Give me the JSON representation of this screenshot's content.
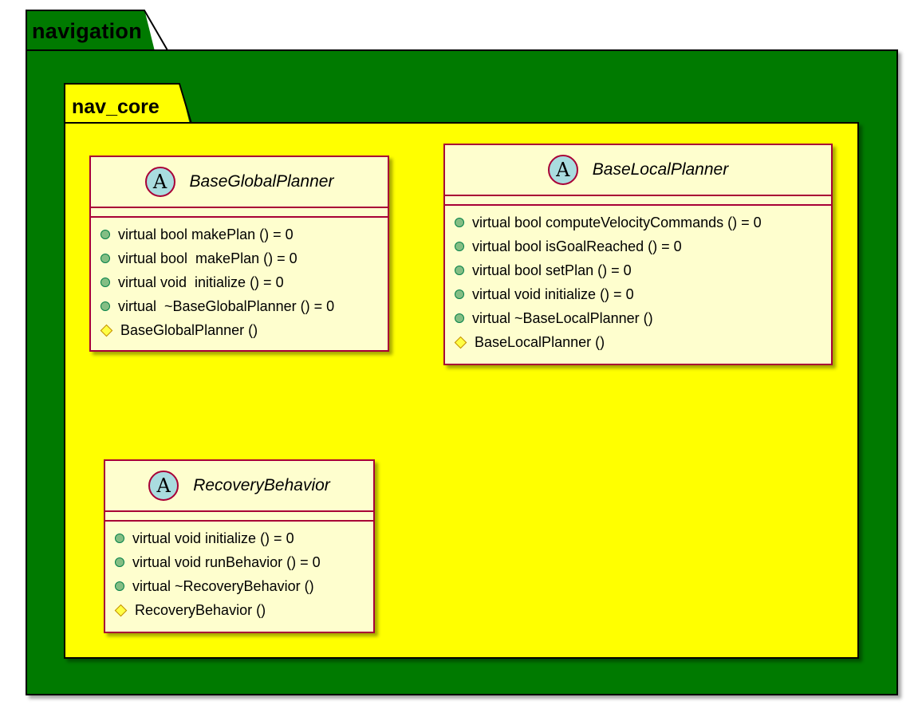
{
  "packages": {
    "outer": {
      "name": "navigation",
      "color": "#007a00"
    },
    "inner": {
      "name": "nav_core",
      "color": "#ffff00"
    }
  },
  "classes": {
    "global_planner": {
      "stereotype_letter": "A",
      "name": "BaseGlobalPlanner",
      "members": [
        {
          "visibility": "public",
          "text": "virtual bool makePlan () = 0"
        },
        {
          "visibility": "public",
          "text": "virtual bool  makePlan () = 0"
        },
        {
          "visibility": "public",
          "text": "virtual void  initialize () = 0"
        },
        {
          "visibility": "public",
          "text": "virtual  ~BaseGlobalPlanner () = 0"
        },
        {
          "visibility": "protected",
          "text": "BaseGlobalPlanner ()"
        }
      ]
    },
    "local_planner": {
      "stereotype_letter": "A",
      "name": "BaseLocalPlanner",
      "members": [
        {
          "visibility": "public",
          "text": "virtual bool computeVelocityCommands () = 0"
        },
        {
          "visibility": "public",
          "text": "virtual bool isGoalReached () = 0"
        },
        {
          "visibility": "public",
          "text": "virtual bool setPlan () = 0"
        },
        {
          "visibility": "public",
          "text": "virtual void initialize () = 0"
        },
        {
          "visibility": "public",
          "text": "virtual ~BaseLocalPlanner ()"
        },
        {
          "visibility": "protected",
          "text": "BaseLocalPlanner ()"
        }
      ]
    },
    "recovery_behavior": {
      "stereotype_letter": "A",
      "name": "RecoveryBehavior",
      "members": [
        {
          "visibility": "public",
          "text": "virtual void initialize () = 0"
        },
        {
          "visibility": "public",
          "text": "virtual void runBehavior () = 0"
        },
        {
          "visibility": "public",
          "text": "virtual ~RecoveryBehavior ()"
        },
        {
          "visibility": "protected",
          "text": "RecoveryBehavior ()"
        }
      ]
    }
  },
  "colors": {
    "class_fill": "#fefece",
    "class_border": "#a80036",
    "abstract_badge": "#a9dcdf",
    "public_marker": "#84be84",
    "protected_marker": "#ffff44"
  }
}
